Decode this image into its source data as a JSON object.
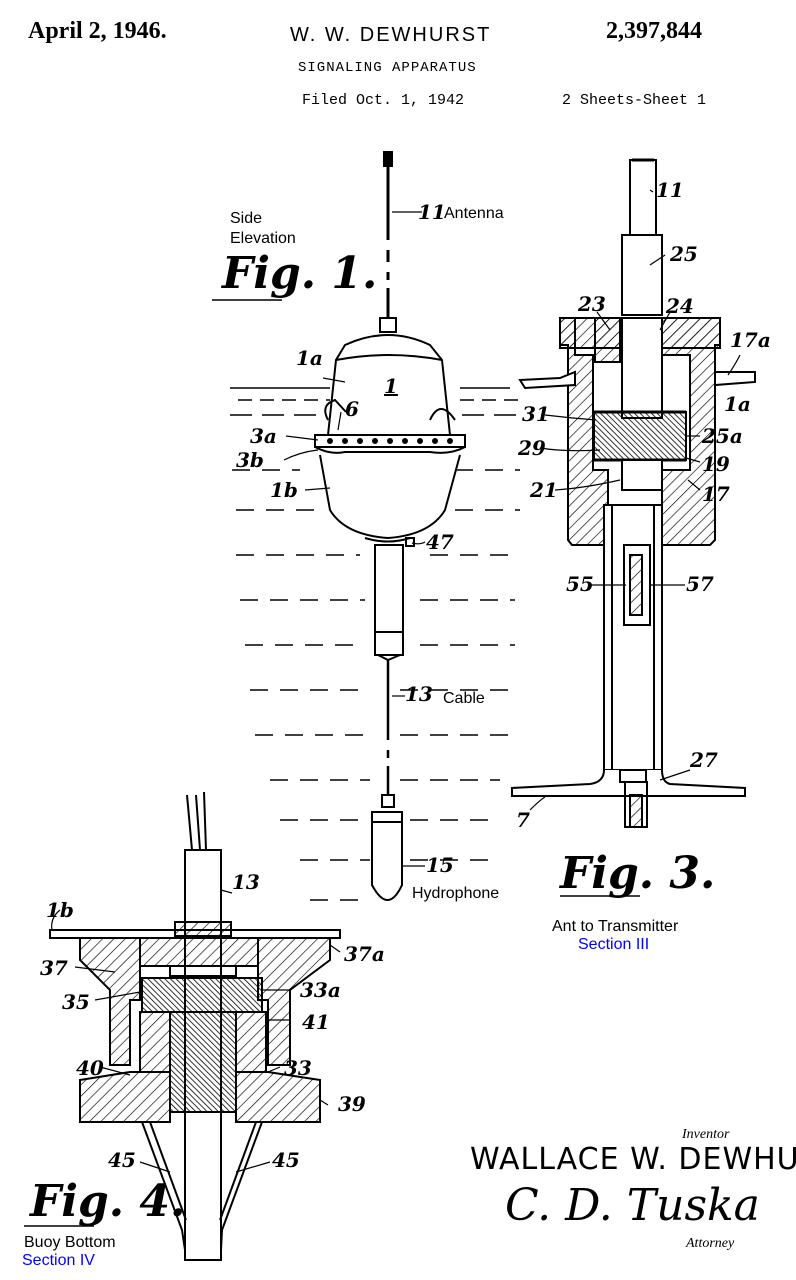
{
  "header": {
    "date": "April 2, 1946.",
    "inventor": "W. W. DEWHURST",
    "patent_number": "2,397,844",
    "title": "SIGNALING APPARATUS",
    "filed": "Filed Oct. 1, 1942",
    "sheet": "2 Sheets-Sheet 1"
  },
  "fig1": {
    "label": "Fig. 1.",
    "note_line1": "Side",
    "note_line2": "Elevation",
    "annotations": {
      "antenna": "Antenna",
      "cable": "Cable",
      "hydrophone": "Hydrophone"
    },
    "refs": {
      "r11": "11",
      "r1a": "1a",
      "r1": "1",
      "r6": "6",
      "r3a": "3a",
      "r3b": "3b",
      "r1b": "1b",
      "r47": "47",
      "r13": "13",
      "r15": "15"
    }
  },
  "fig3": {
    "label": "Fig. 3.",
    "caption": "Ant to Transmitter",
    "section": "Section III",
    "refs": {
      "r11": "11",
      "r25": "25",
      "r23": "23",
      "r24": "24",
      "r17a": "17a",
      "r1a": "1a",
      "r31": "31",
      "r25a": "25a",
      "r29": "29",
      "r19": "19",
      "r21": "21",
      "r17": "17",
      "r55": "55",
      "r57": "57",
      "r27": "27",
      "r7": "7"
    }
  },
  "fig4": {
    "label": "Fig. 4.",
    "caption": "Buoy Bottom",
    "section": "Section IV",
    "refs": {
      "r13": "13",
      "r1b": "1b",
      "r37a": "37a",
      "r37": "37",
      "r33a": "33a",
      "r35": "35",
      "r41": "41",
      "r40": "40",
      "r33": "33",
      "r39": "39",
      "r45a": "45",
      "r45b": "45"
    }
  },
  "signature": {
    "inventor_label": "Inventor",
    "inventor_name": "WALLACE W. DEWHURST",
    "attorney_signature": "C. D. Tuska",
    "attorney_label": "Attorney"
  }
}
